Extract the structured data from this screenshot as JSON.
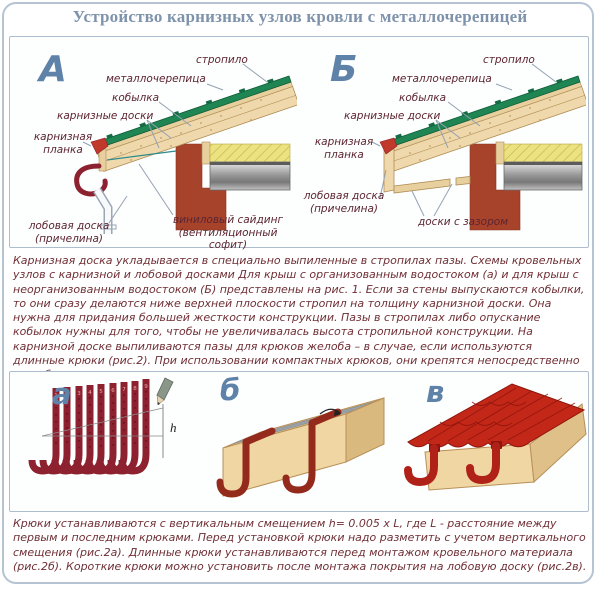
{
  "title": "Устройство карнизных узлов кровли с металлочерепицей",
  "fig1": {
    "a": {
      "letter": "А",
      "labels": {
        "rafter": "стропило",
        "metal_tile": "металлочерепица",
        "kobylka": "кобылка",
        "cornice_boards": "карнизные доски",
        "cornice_strip": "карнизная\nпланка",
        "frontal_board": "лобовая доска\n(причелина)",
        "siding": "виниловый сайдинг\n(вентиляционный софит)"
      }
    },
    "b": {
      "letter": "Б",
      "labels": {
        "rafter": "стропило",
        "metal_tile": "металлочерепица",
        "kobylka": "кобылка",
        "cornice_boards": "карнизные доски",
        "cornice_strip": "карнизная\nпланка",
        "frontal_board": "лобовая доска\n(причелина)",
        "gap_boards": "доски с зазором"
      }
    }
  },
  "text1": "Карнизная доска укладывается в специально выпиленные в стропилах пазы. Схемы кровельных узлов с карнизной и лобовой досками Для крыш с организованным водостоком (а) и для крыш с неорганизованным водостоком (Б) представлены на рис. 1. Если за стены выпускаются кобылки, то они сразу делаются ниже верхней плоскости стропил на толщину карнизной доски. Она нужна для придания большей жесткости конструкции. Пазы в стропилах либо опускание кобылок нужны для того, чтобы не увеличивалась высота стропильной конструкции. На карнизной доске выпиливаются пазы для крюков желоба – в случае, если используются длинные крюки (рис.2). При использовании компактных крюков, они крепятся непосредственно на лобовую доску.",
  "fig2": {
    "a": {
      "letter": "а",
      "hook_numbers": [
        "1",
        "2",
        "3",
        "4",
        "5",
        "6",
        "7",
        "8",
        "9"
      ],
      "dimension_label": "h"
    },
    "b": {
      "letter": "б"
    },
    "v": {
      "letter": "в"
    }
  },
  "text2": "Крюки устанавливаются с вертикальным смещением h= 0.005 x L, где  L - расстояние между первым и последним крюками. Перед установкой крюки надо разметить с учетом вертикального смещения (рис.2а). Длинные крюки устанавливаются перед монтажом кровельного материала (рис.2б). Короткие крюки можно установить после монтажа покрытия на лобовую доску (рис.2в).",
  "colors": {
    "accent_blue": "#5f82a8",
    "label_maroon": "#5c2531",
    "tile_green": "#1f8653",
    "hook_red": "#8e2130",
    "tile_red": "#c32718",
    "wall_brick": "#a7432b"
  }
}
